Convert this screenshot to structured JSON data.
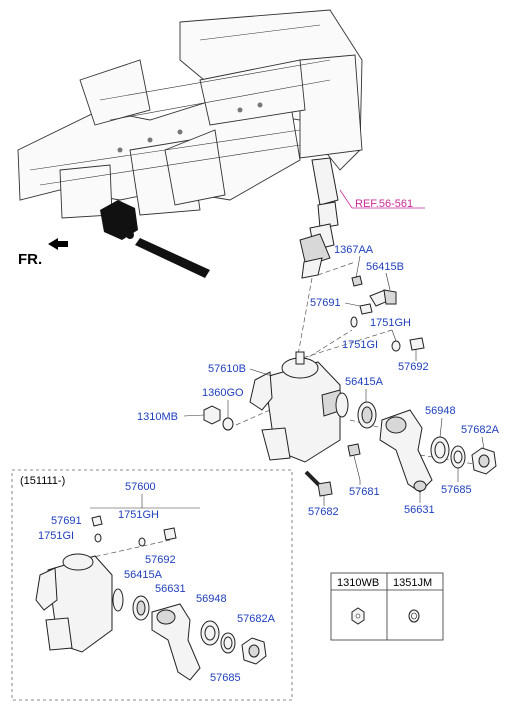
{
  "direction_label": "FR.",
  "reference": "REF.56-561",
  "callouts": {
    "p1367AA": "1367AA",
    "p56415B": "56415B",
    "p57691": "57691",
    "p1751GH": "1751GH",
    "p1751GI": "1751GI",
    "p57692": "57692",
    "p57610B": "57610B",
    "p56415A": "56415A",
    "p1360GO": "1360GO",
    "p1310MB": "1310MB",
    "p56948": "56948",
    "p57682A": "57682A",
    "p57681": "57681",
    "p57685": "57685",
    "p57682": "57682",
    "p56631": "56631"
  },
  "inset": {
    "header": "(151111-)",
    "callouts": {
      "p57600": "57600",
      "p57691": "57691",
      "p1751GH": "1751GH",
      "p1751GI": "1751GI",
      "p57692": "57692",
      "p56415A": "56415A",
      "p56631": "56631",
      "p56948": "56948",
      "p57682A": "57682A",
      "p57685": "57685"
    }
  },
  "legend_table": {
    "columns": [
      "1310WB",
      "1351JM"
    ]
  }
}
